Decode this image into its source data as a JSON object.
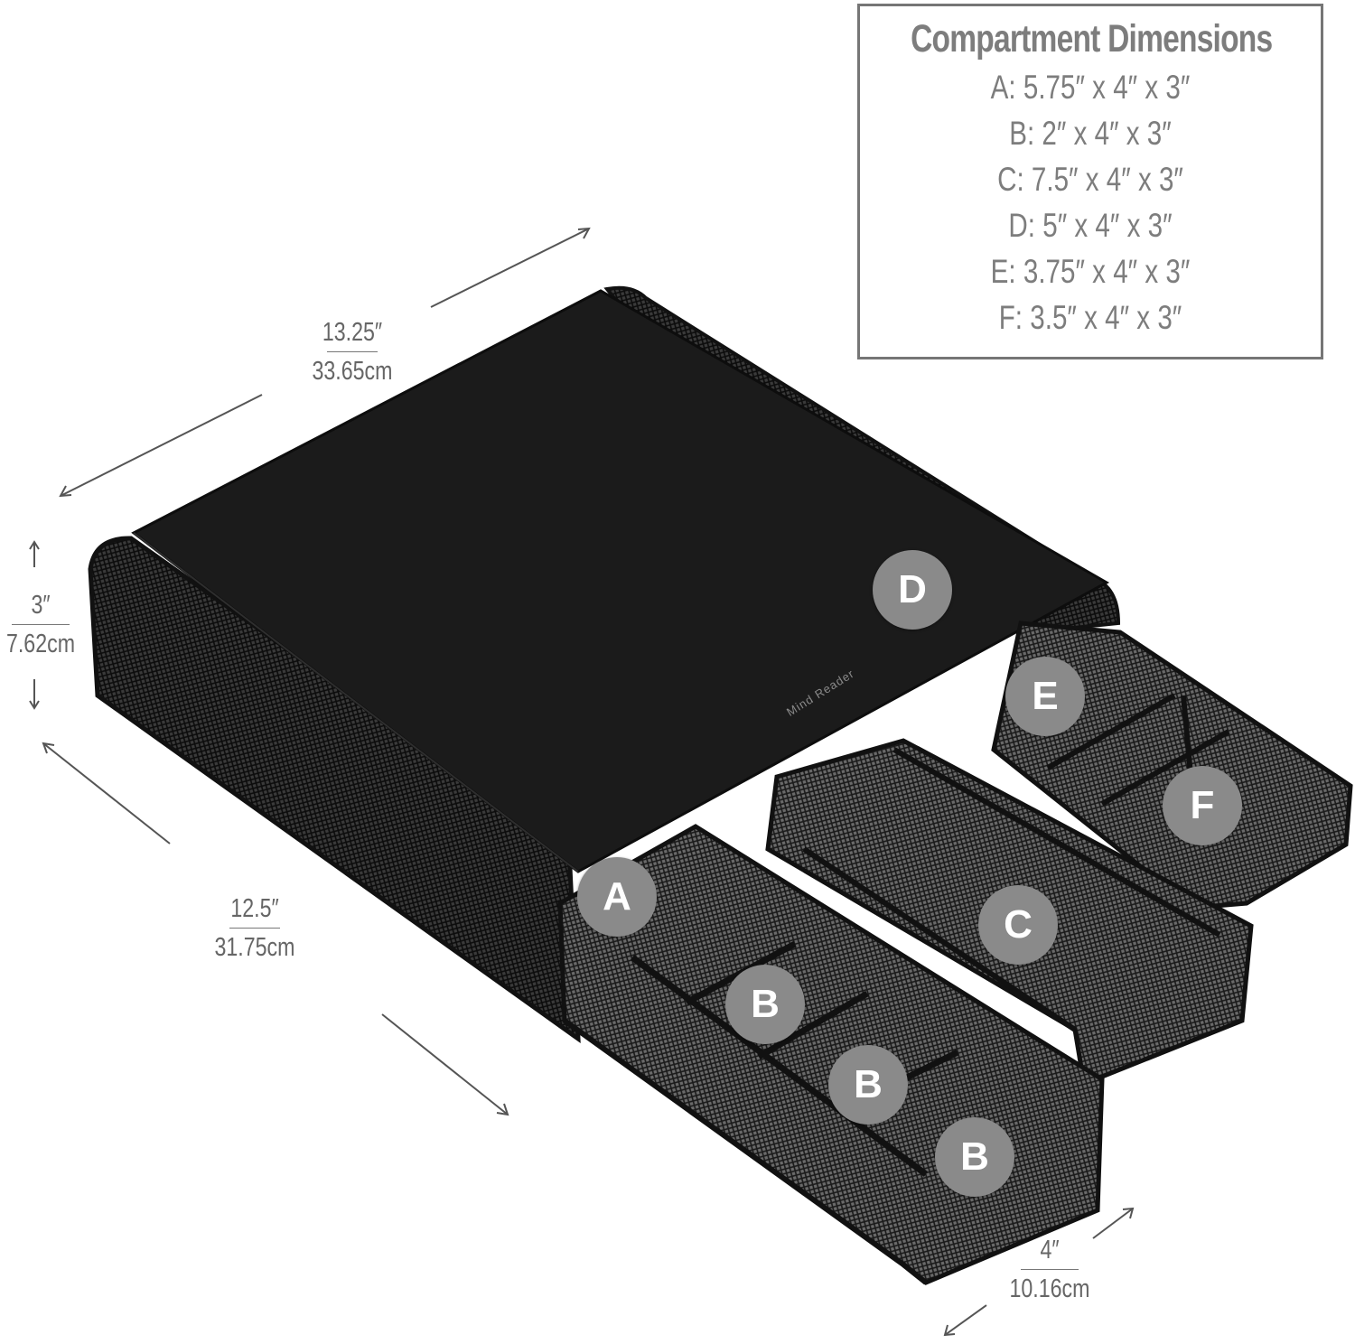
{
  "compartment_box": {
    "title": "Compartment Dimensions",
    "rows": [
      "A: 5.75″ x 4″ x 3″",
      "B: 2″ x 4″ x 3″",
      "C: 7.5″ x 4″ x 3″",
      "D: 5″ x 4″ x 3″",
      "E: 3.75″ x 4″ x 3″",
      "F: 3.5″ x 4″ x 3″"
    ]
  },
  "dimensions": {
    "width": {
      "imperial": "13.25″",
      "metric": "33.65cm"
    },
    "height": {
      "imperial": "3″",
      "metric": "7.62cm"
    },
    "depth": {
      "imperial": "12.5″",
      "metric": "31.75cm"
    },
    "drawer": {
      "imperial": "4″",
      "metric": "10.16cm"
    }
  },
  "badges": {
    "a": "A",
    "b1": "B",
    "b2": "B",
    "b3": "B",
    "c": "C",
    "d": "D",
    "e": "E",
    "f": "F"
  },
  "brand_mark": "Mind Reader",
  "colors": {
    "product_black": "#1a1a1a",
    "mesh_dark": "#2a2a2a",
    "badge_gray": "#8a8a8a",
    "text_gray": "#7d7d7d"
  }
}
